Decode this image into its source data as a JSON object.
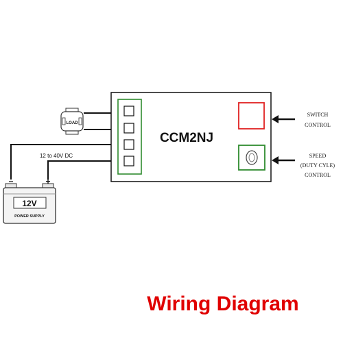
{
  "device": {
    "name": "CCM2NJ"
  },
  "load": {
    "label": "LOAD"
  },
  "power": {
    "voltage_range": "12 to 40V DC",
    "battery_voltage": "12V",
    "battery_caption": "POWER SUPPLY",
    "negative_symbol": "−",
    "positive_symbol": "+"
  },
  "controls": {
    "switch_line1": "SWITCH",
    "switch_line2": "CONTROL",
    "speed_line1": "SPEED",
    "speed_line2": "(DUTY CYLE)",
    "speed_line3": "CONTROL"
  },
  "footer": {
    "title": "Wiring Diagram"
  },
  "colors": {
    "title_red": "#e00000",
    "switch_red": "#e02020",
    "terminal_green": "#2e8b2e",
    "wire": "#111111"
  }
}
